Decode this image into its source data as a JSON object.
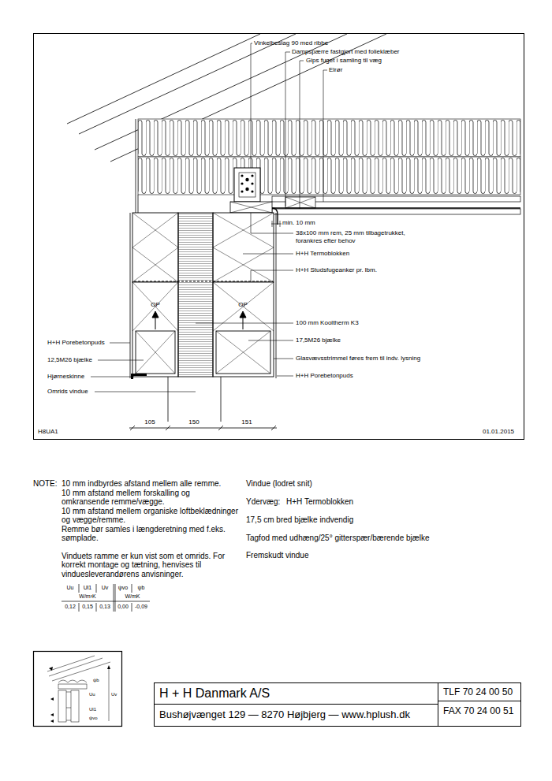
{
  "diagram": {
    "nodes": [
      {
        "text": [
          "H + H Danmark A/S",
          "Bushøjvænget 129 — 8270 Højbjerg — www.hplush.dk"
        ]
      },
      {
        "text": [
          "TLF 70 24 00 50",
          "FAX 70 24 00 51"
        ]
      }
    ],
    "labels": [
      "Vinkelbeslag 90 med ribbe",
      "Dampspærre fastgjort med folieklæber",
      "Gips fuget i samling til væg",
      "Elrør",
      "min. 10 mm",
      "38x100 mm rem, 25 mm tilbagetrukket, forankres efter behov",
      "H+H Termoblokken",
      "H+H Studsfugeanker pr. lbm.",
      "OP",
      "OP",
      "100 mm Kooltherm K3",
      "17,5M26 bjælke",
      "Glasvævsstrimmel føres frem til indv. lysning",
      "H+H Porebetonpuds",
      "H+H Porebetonpuds",
      "12,5M26 bjælke",
      "Hjørneskinne",
      "Omrids vindue",
      "105",
      "150",
      "151",
      "H8UA1",
      "01.01.2015",
      "NOTE:",
      "10 mm indbyrdes afstand mellem alle remme.",
      "10 mm afstand mellem forskalling og omkransende remme/vægge.",
      "10 mm afstand mellem organiske loftbeklædninger og vægge/remme.",
      "Remme bør samles i længderetning med f.eks. sømplade.",
      "Vinduets ramme er kun vist som et omrids. For korrekt montage og tætning, henvises til vinduesleverandørens anvisninger.",
      "Vindue (lodret snit)",
      "Ydervæg:",
      "H+H Termoblokken",
      "17,5 cm bred bjælke indvendig",
      "Tagfod med udhæng/25° gitterspær/bærende bjælke",
      "Fremskudt vindue",
      "Uu",
      "Ul1",
      "Uv",
      "ψvo",
      "ψb",
      "W/m²K",
      "W/mK",
      "0,12",
      "0,15",
      "0,13",
      "0,00",
      "-0,09",
      "ψb",
      "Uu",
      "Uv",
      "Ul1",
      "ψvo"
    ]
  }
}
